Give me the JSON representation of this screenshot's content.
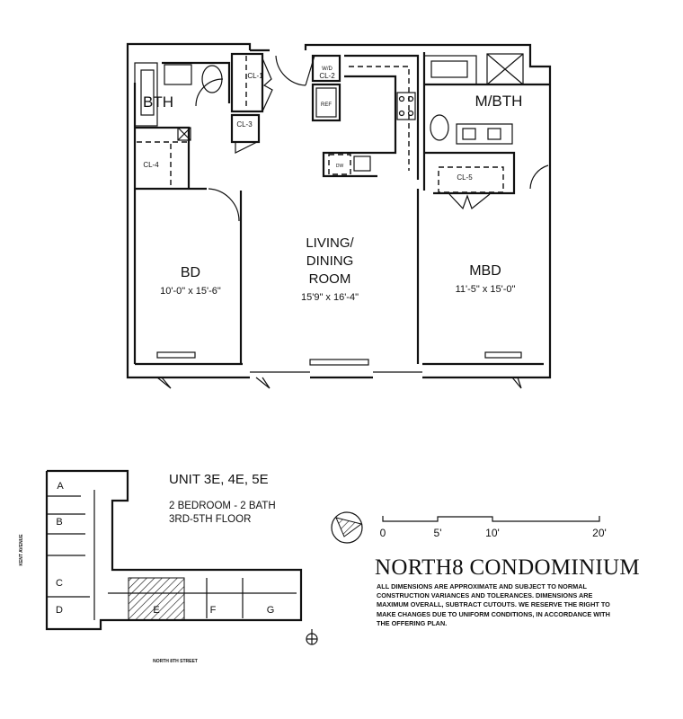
{
  "plan": {
    "rooms": {
      "bth": "BTH",
      "mbth": "M/BTH",
      "cl1": "CL-1",
      "cl2_top": "W/D",
      "cl2": "CL-2",
      "cl3": "CL-3",
      "cl4": "CL-4",
      "cl5": "CL-5",
      "ref": "REF",
      "dw": "DW",
      "bd": "BD",
      "bd_dims": "10'-0\" x 15'-6\"",
      "living_1": "LIVING/",
      "living_2": "DINING",
      "living_3": "ROOM",
      "living_dims": "15'9\" x 16'-4\"",
      "mbd": "MBD",
      "mbd_dims": "11'-5\" x 15'-0\""
    }
  },
  "key_plan": {
    "units": [
      "A",
      "B",
      "C",
      "D",
      "E",
      "F",
      "G"
    ],
    "highlighted_unit": "E",
    "street_west": "KENT AVENUE",
    "street_south": "NORTH 8TH STREET"
  },
  "unit_info": {
    "title": "UNIT 3E, 4E, 5E",
    "line1": "2 BEDROOM - 2 BATH",
    "line2": "3RD-5TH FLOOR"
  },
  "scale": {
    "ticks": [
      "0",
      "5'",
      "10'",
      "20'"
    ]
  },
  "branding": {
    "name": "NORTH8 CONDOMINIUM",
    "disclaimer": [
      "ALL DIMENSIONS ARE APPROXIMATE AND SUBJECT TO NORMAL",
      "CONSTRUCTION VARIANCES AND TOLERANCES. DIMENSIONS ARE",
      "MAXIMUM OVERALL, SUBTRACT CUTOUTS. WE RESERVE THE RIGHT TO",
      "MAKE CHANGES DUE TO UNIFORM CONDITIONS, IN ACCORDANCE WITH",
      "THE OFFERING PLAN."
    ]
  }
}
